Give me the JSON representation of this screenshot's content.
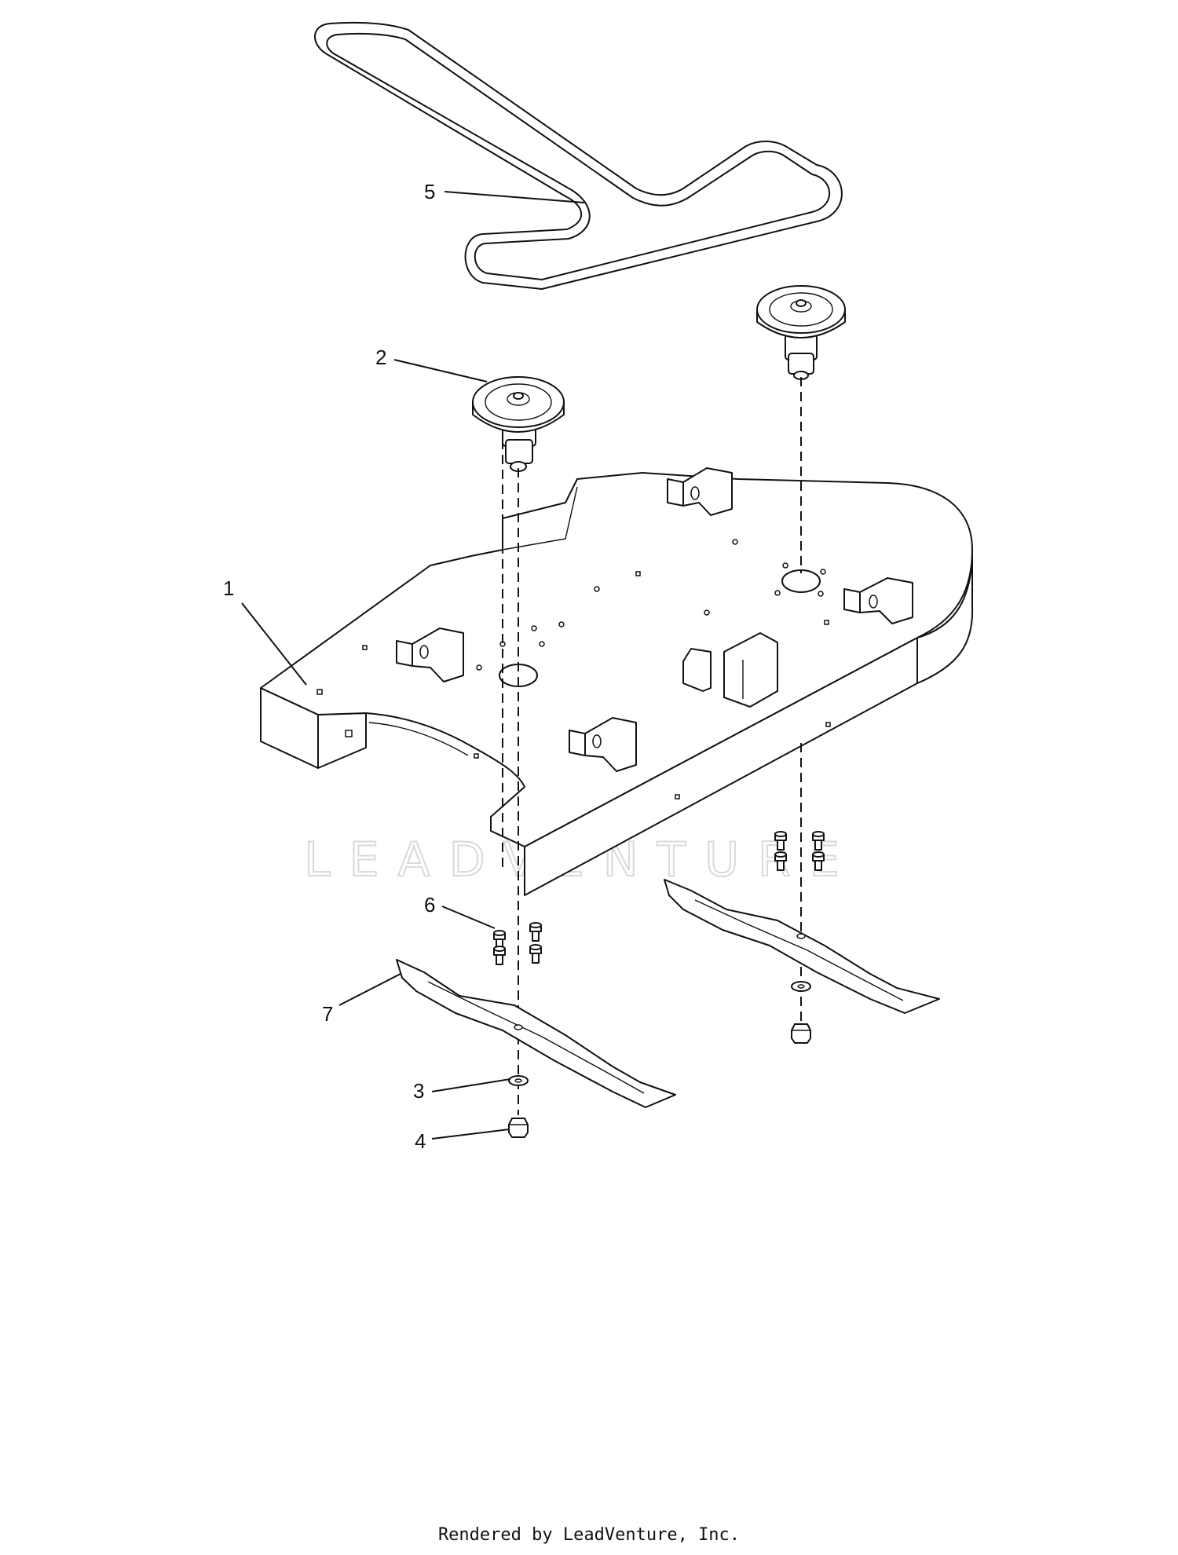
{
  "callouts": [
    {
      "id": 1,
      "label": "1",
      "part": "deck-housing"
    },
    {
      "id": 2,
      "label": "2",
      "part": "spindle-pulley"
    },
    {
      "id": 3,
      "label": "3",
      "part": "washer"
    },
    {
      "id": 4,
      "label": "4",
      "part": "nut"
    },
    {
      "id": 5,
      "label": "5",
      "part": "belt"
    },
    {
      "id": 6,
      "label": "6",
      "part": "bolt"
    },
    {
      "id": 7,
      "label": "7",
      "part": "blade"
    }
  ],
  "watermark": "LEADVENTURE",
  "footer": "Rendered by LeadVenture, Inc.",
  "colors": {
    "line": "#111111",
    "background": "#ffffff",
    "watermark": "#d9d9d9"
  }
}
